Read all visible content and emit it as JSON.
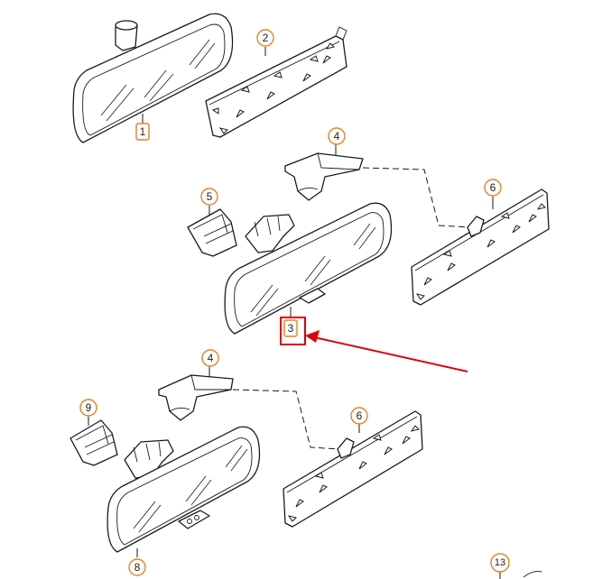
{
  "callouts": {
    "c1": "1",
    "c2": "2",
    "c3": "3",
    "c4a": "4",
    "c4b": "4",
    "c5": "5",
    "c6a": "6",
    "c6b": "6",
    "c8": "8",
    "c9": "9",
    "c13": "13"
  },
  "colors": {
    "callout_border": "#e8821e",
    "highlight": "#e00000",
    "line": "#1a1a1a"
  },
  "highlighted_part": "3"
}
